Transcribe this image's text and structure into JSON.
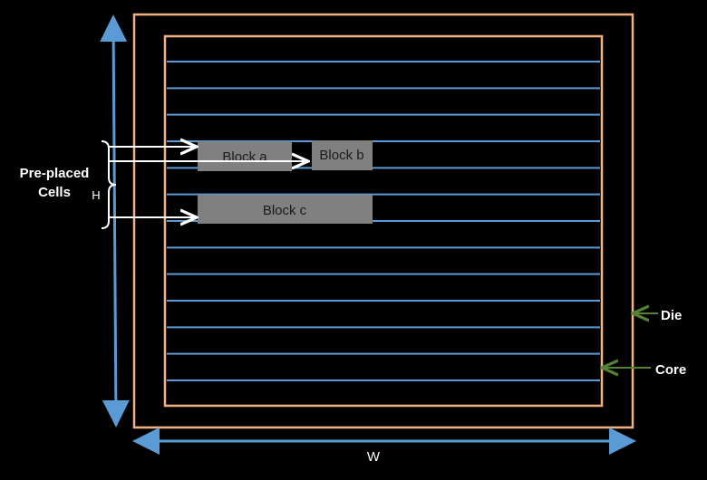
{
  "labels": {
    "preplaced_line1": "Pre-placed",
    "preplaced_line2": "Cells",
    "height": "H",
    "width": "W",
    "die": "Die",
    "core": "Core"
  },
  "blocks": [
    {
      "id": "a",
      "label": "Block a"
    },
    {
      "id": "b",
      "label": "Block b"
    },
    {
      "id": "c",
      "label": "Block c"
    }
  ],
  "rows": {
    "count": 13
  },
  "colors": {
    "background": "#000000",
    "die_outline": "#f4b183",
    "core_outline": "#f4b183",
    "rows": "#5b9bd5",
    "dimension_arrows": "#5b9bd5",
    "blocks": "#808080",
    "pointer_arrows": "#ffffff",
    "label_arrows": "#375623"
  }
}
